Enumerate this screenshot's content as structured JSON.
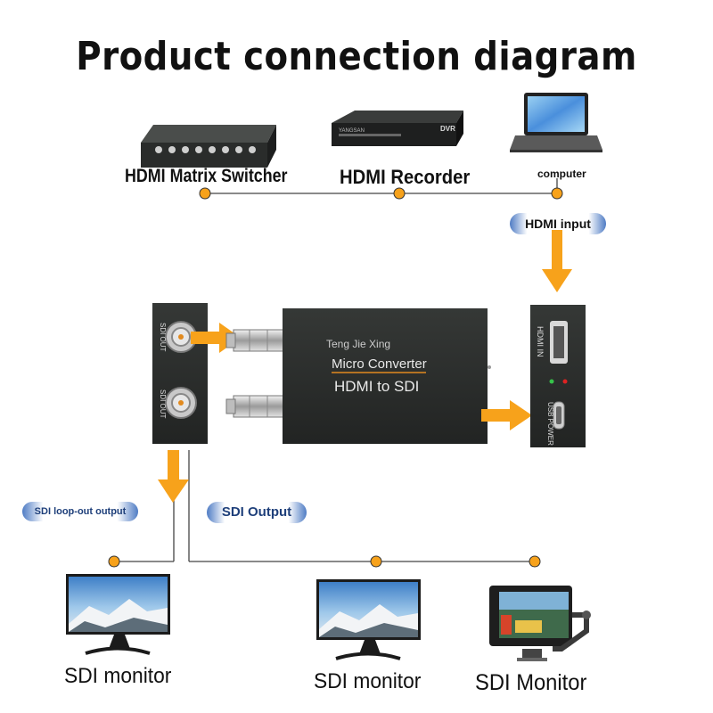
{
  "title": "Product connection diagram",
  "sources": {
    "matrix_label": "HDMI Matrix Switcher",
    "recorder_label": "HDMI Recorder",
    "recorder_brand": "YANGSAN",
    "recorder_badge": "DVR",
    "computer_label": "computer"
  },
  "hdmi_input_label": "HDMI input",
  "converter": {
    "brand": "Teng Jie Xing",
    "line1": "Micro Converter",
    "line2": "HDMI to SDI",
    "hdmi_port_label": "HDMI IN",
    "usb_port_label": "USB POWER",
    "sdi_port_1": "SDI OUT",
    "sdi_port_2": "SDI OUT"
  },
  "outputs": {
    "loop_label": "SDI loop-out output",
    "sdi_label": "SDI Output",
    "monitor1": "SDI monitor",
    "monitor2": "SDI monitor",
    "monitor3": "SDI Monitor"
  },
  "colors": {
    "accent": "#f7a21b",
    "line": "#444444",
    "device": "#2b2e2c",
    "pill": "#3c6ebe"
  }
}
